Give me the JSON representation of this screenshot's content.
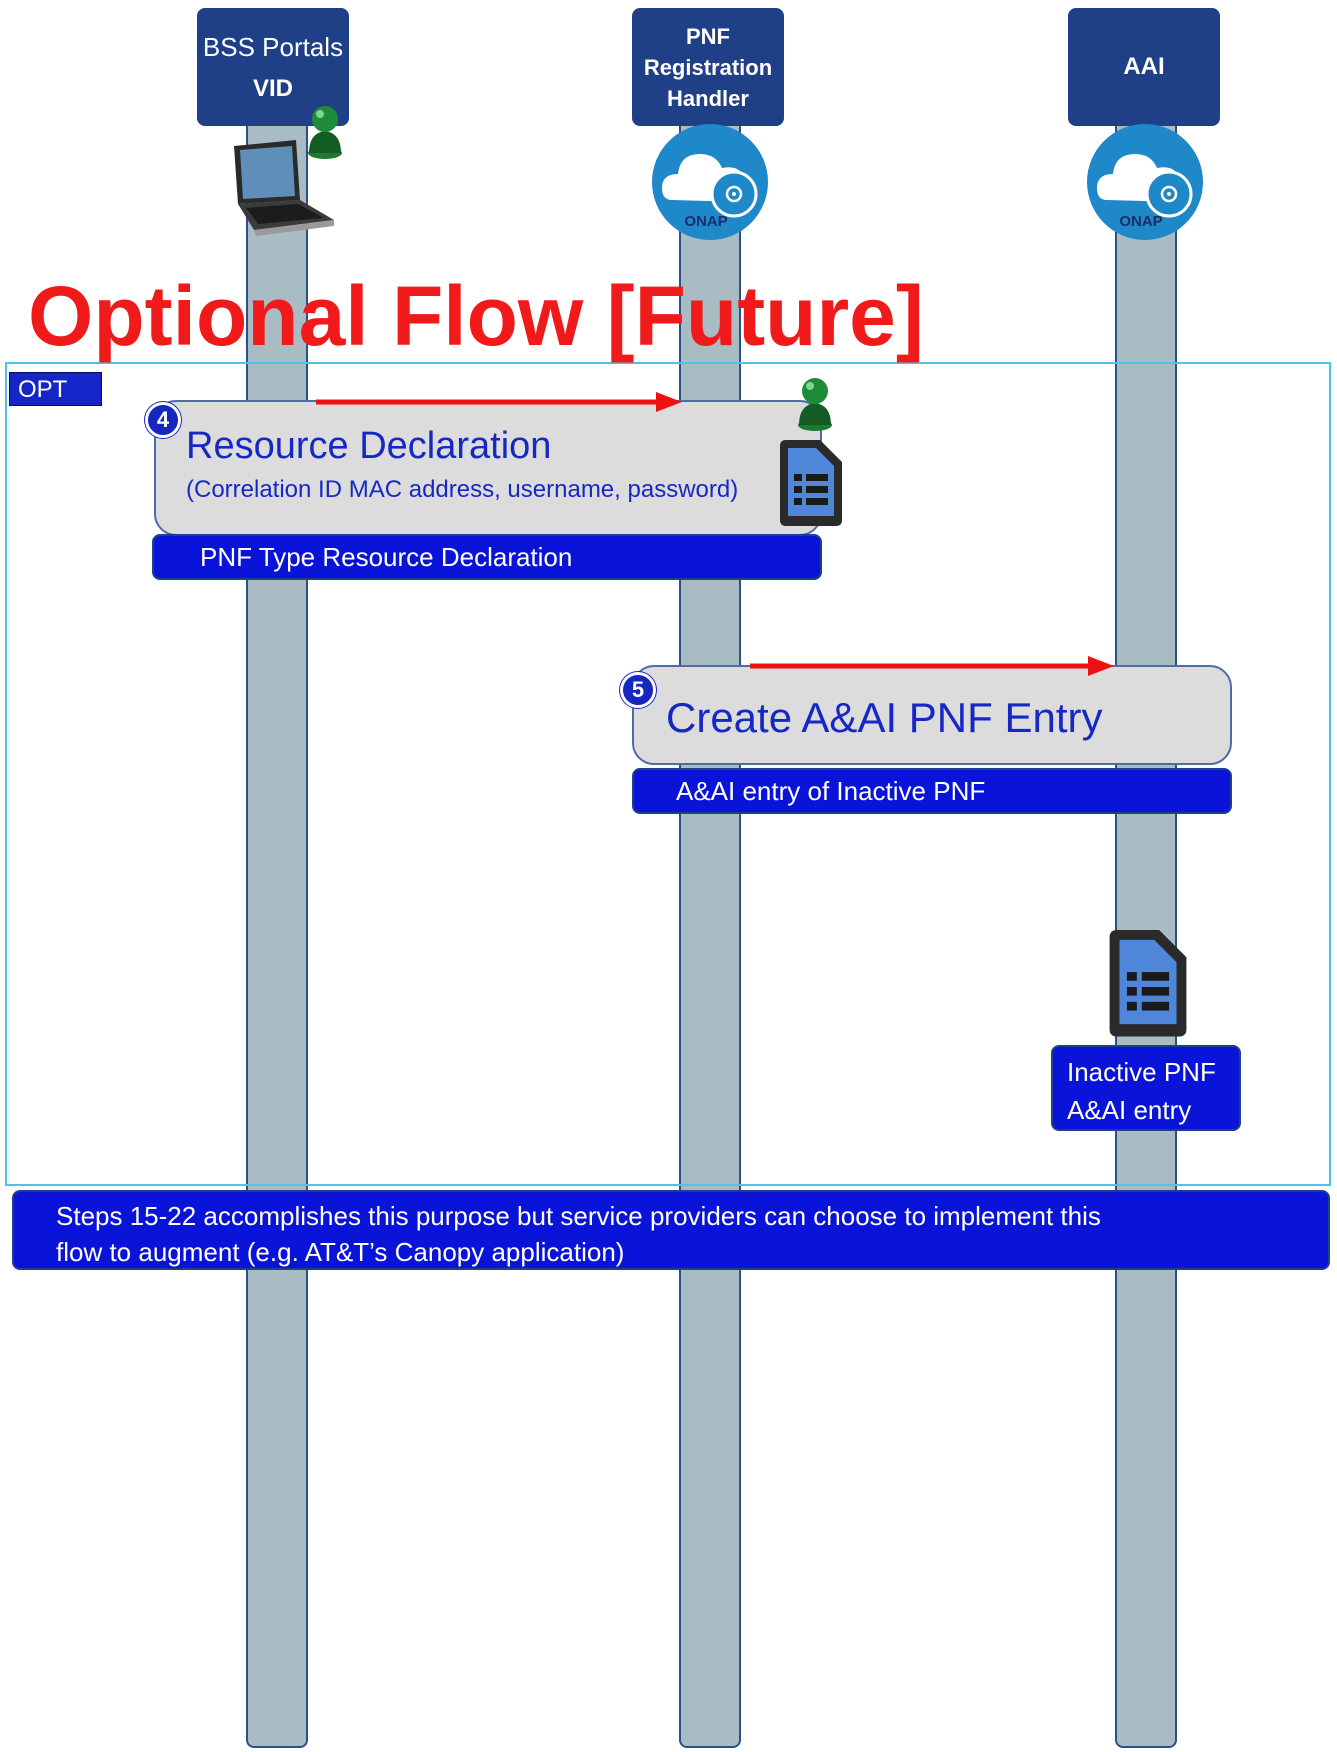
{
  "title": "Optional Flow [Future]",
  "actors": [
    {
      "line1": "BSS Portals",
      "line2": "VID"
    },
    {
      "lines": [
        "PNF",
        "Registration",
        "Handler"
      ]
    },
    {
      "line1": "AAI"
    }
  ],
  "onap_label": "ONAP",
  "opt_label": "OPT",
  "step4": {
    "number": "4",
    "title": "Resource Declaration",
    "subtitle": "(Correlation ID MAC address, username, password)",
    "band": "PNF Type Resource Declaration"
  },
  "step5": {
    "number": "5",
    "title": "Create A&AI PNF Entry",
    "band": "A&AI entry of Inactive PNF"
  },
  "aai_note": {
    "line1": "Inactive PNF",
    "line2": "A&AI entry"
  },
  "footer": {
    "line1": "Steps 15-22 accomplishes this purpose but service providers can choose to implement this",
    "line2": "flow to augment (e.g. AT&T’s Canopy application)"
  },
  "colors": {
    "title": "#f11a1a",
    "arrow": "#ee1111",
    "band": "#0a14d8",
    "actor": "#1f3f86",
    "lifeline": "#a9bcc3"
  }
}
